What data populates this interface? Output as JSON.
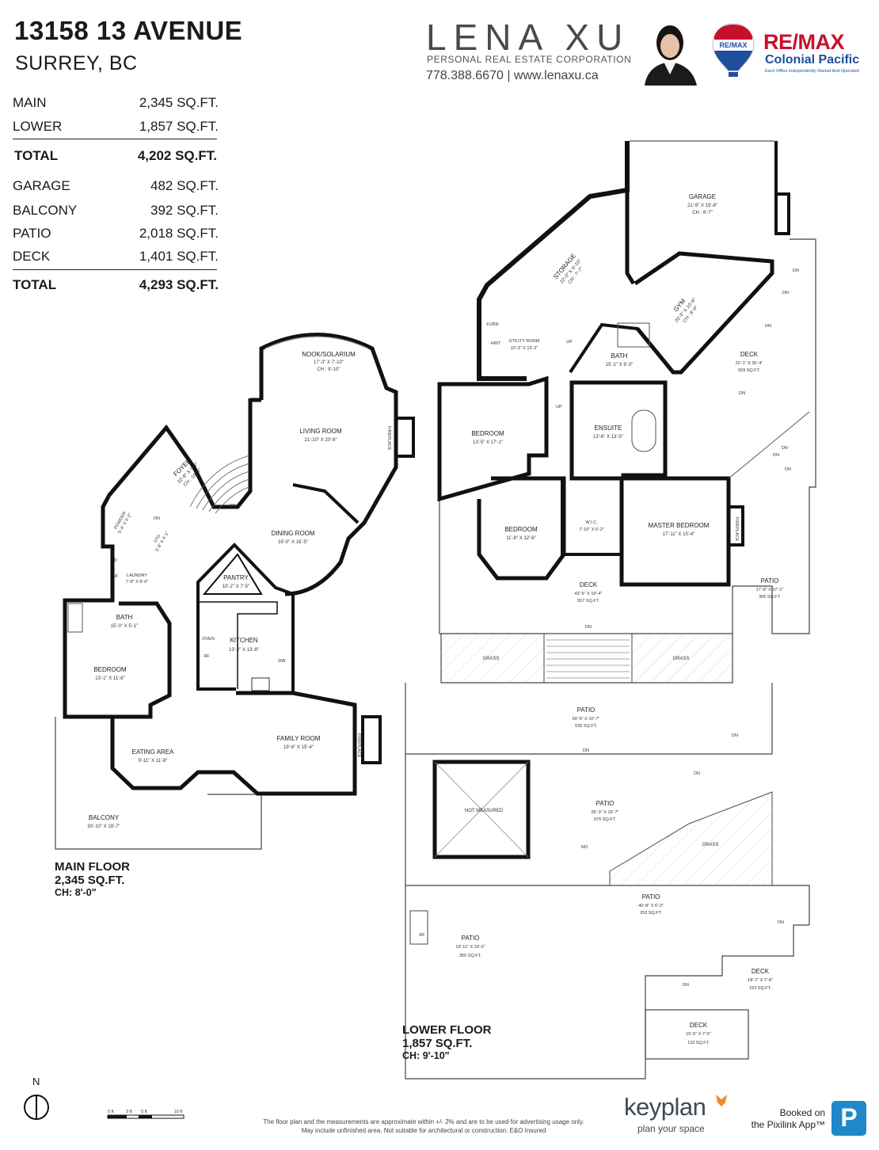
{
  "address": {
    "line1": "13158 13 AVENUE",
    "line2": "SURREY, BC"
  },
  "areas": {
    "rows1": [
      {
        "label": "MAIN",
        "value": "2,345 SQ.FT."
      },
      {
        "label": "LOWER",
        "value": "1,857 SQ.FT."
      }
    ],
    "total1": {
      "label": "TOTAL",
      "value": "4,202 SQ.FT."
    },
    "rows2": [
      {
        "label": "GARAGE",
        "value": "482 SQ.FT."
      },
      {
        "label": "BALCONY",
        "value": "392 SQ.FT."
      },
      {
        "label": "PATIO",
        "value": "2,018 SQ.FT."
      },
      {
        "label": "DECK",
        "value": "1,401 SQ.FT."
      }
    ],
    "total2": {
      "label": "TOTAL",
      "value": "4,293 SQ.FT."
    }
  },
  "agent": {
    "name": "LENA XU",
    "corp": "PERSONAL REAL ESTATE CORPORATION",
    "contact": "778.388.6670 | www.lenaxu.ca",
    "balloon_text": "RE/MAX",
    "brand": "RE/MAX",
    "office": "Colonial Pacific",
    "tagline": "Each Office Independently Owned And Operated"
  },
  "colors": {
    "wall": "#111111",
    "remax_red": "#c8102e",
    "remax_blue": "#1f4e9c",
    "pixilink_blue": "#1e88c8",
    "keyplan_orange": "#f28c28"
  },
  "main_floor": {
    "title": "MAIN FLOOR",
    "area": "2,345 SQ.FT.",
    "ch": "CH: 8'-0\"",
    "rooms": [
      {
        "name": "NOOK/SOLARIUM",
        "dim": "17'-3\" X 7'-10\"",
        "ch": "CH : 9'-10\""
      },
      {
        "name": "LIVING ROOM",
        "dim": "21'-10\" X 20'-6\""
      },
      {
        "name": "FOYER",
        "dim": "22'-8\" X 7'-2\"",
        "ch": "CH : 16'-8\""
      },
      {
        "name": "DINING ROOM",
        "dim": "16'-0\" X 16'-5\""
      },
      {
        "name": "POWDER",
        "dim": "5'-4\" X 5'-2\""
      },
      {
        "name": "STO",
        "dim": "3'-8\" X 4'-1\""
      },
      {
        "name": "LAUNDRY",
        "dim": "7'-8\" X 8'-0\""
      },
      {
        "name": "PANTRY",
        "dim": "10'-2\" X 7'-5\""
      },
      {
        "name": "BATH",
        "dim": "15'-0\" X 5'-1\""
      },
      {
        "name": "KITCHEN",
        "dim": "13'-2\" X 13'-8\""
      },
      {
        "name": "BEDROOM",
        "dim": "13'-1\" X 11'-8\""
      },
      {
        "name": "FAMILY ROOM",
        "dim": "19'-6\" X 15'-4\""
      },
      {
        "name": "EATING AREA",
        "dim": "9'-11\" X 11'-8\""
      },
      {
        "name": "BALCONY",
        "dim": "30'-10\" X 19'-7\""
      }
    ],
    "labels": {
      "dn": "DN",
      "fireplace": "FIREPLACE",
      "oven": "OVEN",
      "rf": "RF",
      "dw": "DW",
      "d": "D",
      "w": "W"
    }
  },
  "lower_floor": {
    "title": "LOWER FLOOR",
    "area": "1,857 SQ.FT.",
    "ch": "CH: 9'-10\"",
    "rooms": [
      {
        "name": "GARAGE",
        "dim": "21'-9\" X 19'-8\"",
        "ch": "CH : 8'-7\""
      },
      {
        "name": "STORAGE",
        "dim": "22'-0\" X 9'-10\"",
        "ch": "CH : 7'-7\""
      },
      {
        "name": "GYM",
        "dim": "20'-5\" X 10'-8\"",
        "ch": "CH : 8'-0\""
      },
      {
        "name": "UTILITY ROOM",
        "dim": "10'-3\" X 13'-2\""
      },
      {
        "name": "BATH",
        "dim": "15'-2\" X 9'-3\""
      },
      {
        "name": "DECK",
        "dim": "22'-1\" X 35'-4\"",
        "area": "559 SQ.FT."
      },
      {
        "name": "BEDROOM",
        "dim": "13'-5\" X 17'-1\""
      },
      {
        "name": "ENSUITE",
        "dim": "13'-6\" X 13'-5\""
      },
      {
        "name": "BEDROOM",
        "dim": "11'-8\" X 12'-6\""
      },
      {
        "name": "W.I.C.",
        "dim": "7'-10\" X 6'-2\""
      },
      {
        "name": "MASTER BEDROOM",
        "dim": "17'-11\" X 15'-4\""
      },
      {
        "name": "DECK",
        "dim": "43'-5\" X 19'-4\"",
        "area": "557 SQ.FT."
      },
      {
        "name": "PATIO",
        "dim": "17'-8\" X 37'-1\"",
        "area": "305 SQ.FT."
      },
      {
        "name": "GRASS"
      },
      {
        "name": "GRASS"
      },
      {
        "name": "PATIO",
        "dim": "50'-9\" X 10'-7\"",
        "area": "535 SQ.FT."
      },
      {
        "name": "NOT MEASURED"
      },
      {
        "name": "PATIO",
        "dim": "55'-3\" X 19'-7\"",
        "area": "575 SQ.FT."
      },
      {
        "name": "GRASS"
      },
      {
        "name": "PATIO",
        "dim": "40'-8\" X 6'-3\"",
        "area": "253 SQ.FT."
      },
      {
        "name": "PATIO",
        "dim": "19'-11\" X 19'-0\"",
        "area": "350 SQ.FT."
      },
      {
        "name": "DECK",
        "dim": "18'-7\" X 7'-8\"",
        "area": "153 SQ.FT."
      },
      {
        "name": "DECK",
        "dim": "15'-5\" X 7'-5\"",
        "area": "132 SQ.FT."
      }
    ],
    "labels": {
      "dn": "DN",
      "up": "UP",
      "furn": "FURN",
      "hwt": "HWT",
      "fireplace": "FIREPLACE",
      "rf": "RF",
      "no": "NO"
    }
  },
  "scale": {
    "north": "N",
    "ticks": [
      "0 ft",
      "3 ft",
      "5 ft",
      "10 ft"
    ]
  },
  "footer": {
    "disclaimer1": "The floor plan and the measurements are approximate within +/- 2% and are to be used for advertising usage only.",
    "disclaimer2": "May include unfinished area. Not suitable for architectural or construction. E&O Insured",
    "keyplan": "keyplan",
    "keyplan_tag": "plan your space",
    "booked1": "Booked on",
    "booked2": "the Pixilink App™",
    "pixilink_letter": "P"
  }
}
